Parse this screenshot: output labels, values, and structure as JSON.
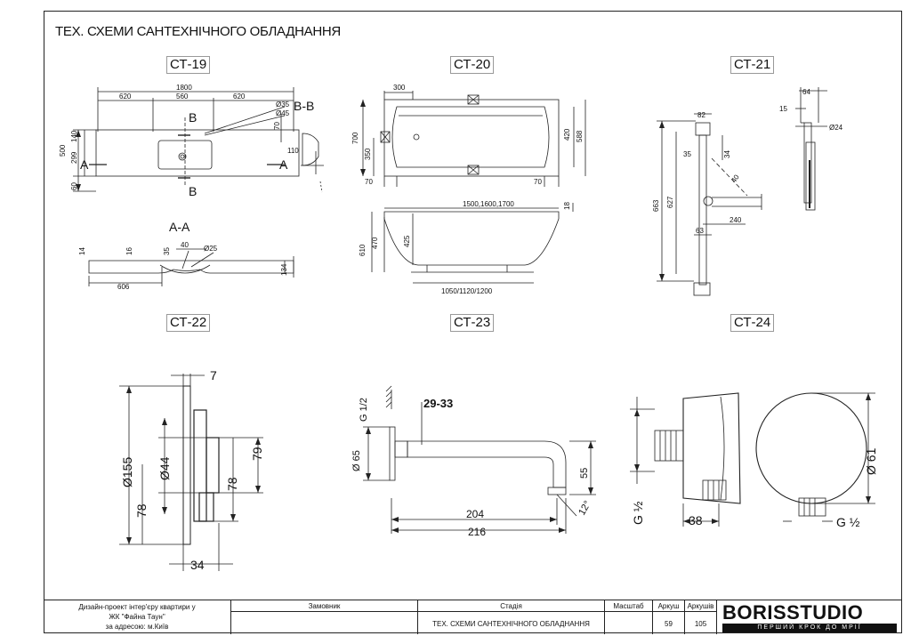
{
  "title": "ТЕХ. СХЕМИ САНТЕХНІЧНОГО ОБЛАДНАННЯ",
  "labels": {
    "ct19": "СТ-19",
    "ct20": "СТ-20",
    "ct21": "СТ-21",
    "ct22": "СТ-22",
    "ct23": "СТ-23",
    "ct24": "СТ-24"
  },
  "ct19": {
    "w_total": "1800",
    "w_left": "620",
    "w_mid": "560",
    "w_right": "620",
    "h500": "500",
    "h299": "299",
    "h140": "140",
    "h60": "60",
    "h70": "70",
    "h110": "110",
    "d35": "Ø35",
    "d45": "Ø45",
    "sec_bb": "B-B",
    "b": "B",
    "a": "A",
    "sec_aa": "A-A",
    "s14": "14",
    "s16": "16",
    "s35": "35",
    "s40": "40",
    "s25": "Ø25",
    "s134": "134",
    "s606": "606"
  },
  "ct20": {
    "d300": "300",
    "d700": "700",
    "d350": "350",
    "d420": "420",
    "d588": "588",
    "d70": "70",
    "len": "1500,1600,1700",
    "d18": "18",
    "d610": "610",
    "d470": "470",
    "d425": "425",
    "base": "1050/1120/1200"
  },
  "ct21": {
    "d64": "64",
    "d15": "15",
    "d24": "Ø24",
    "d82": "82",
    "d34": "34",
    "d35": "35",
    "d663": "663",
    "d627": "627",
    "d240": "240",
    "d63": "63",
    "d40": "40"
  },
  "ct22": {
    "d7": "7",
    "d155": "Ø155",
    "d44": "Ø44",
    "d78a": "78",
    "d78b": "78",
    "d79": "79",
    "d34": "34"
  },
  "ct23": {
    "g12": "G 1/2",
    "d2933": "29-33",
    "d65": "Ø 65",
    "d55": "55",
    "d204": "204",
    "d216": "216",
    "a12": "12°"
  },
  "ct24": {
    "g12a": "G ½",
    "d38": "38",
    "d61": "Ø 61",
    "g12b": "G ½"
  },
  "titleblock": {
    "project_line1": "Дизайн-проект інтер'єру квартири у",
    "project_line2": "ЖК \"Файна Таун\"",
    "project_line3": "за адресою: м.Київ",
    "customer_label": "Замовник",
    "stage_label": "Стадія",
    "stage_value": "ТЕХ. СХЕМИ САНТЕХНІЧНОГО ОБЛАДНАННЯ",
    "scale_label": "Масштаб",
    "sheet_label": "Аркуш",
    "sheet_value": "59",
    "sheets_label": "Аркушів",
    "sheets_value": "105",
    "logo": "BORISSTUDIO",
    "tagline": "ПЕРШИЙ КРОК ДО МРІЇ"
  }
}
